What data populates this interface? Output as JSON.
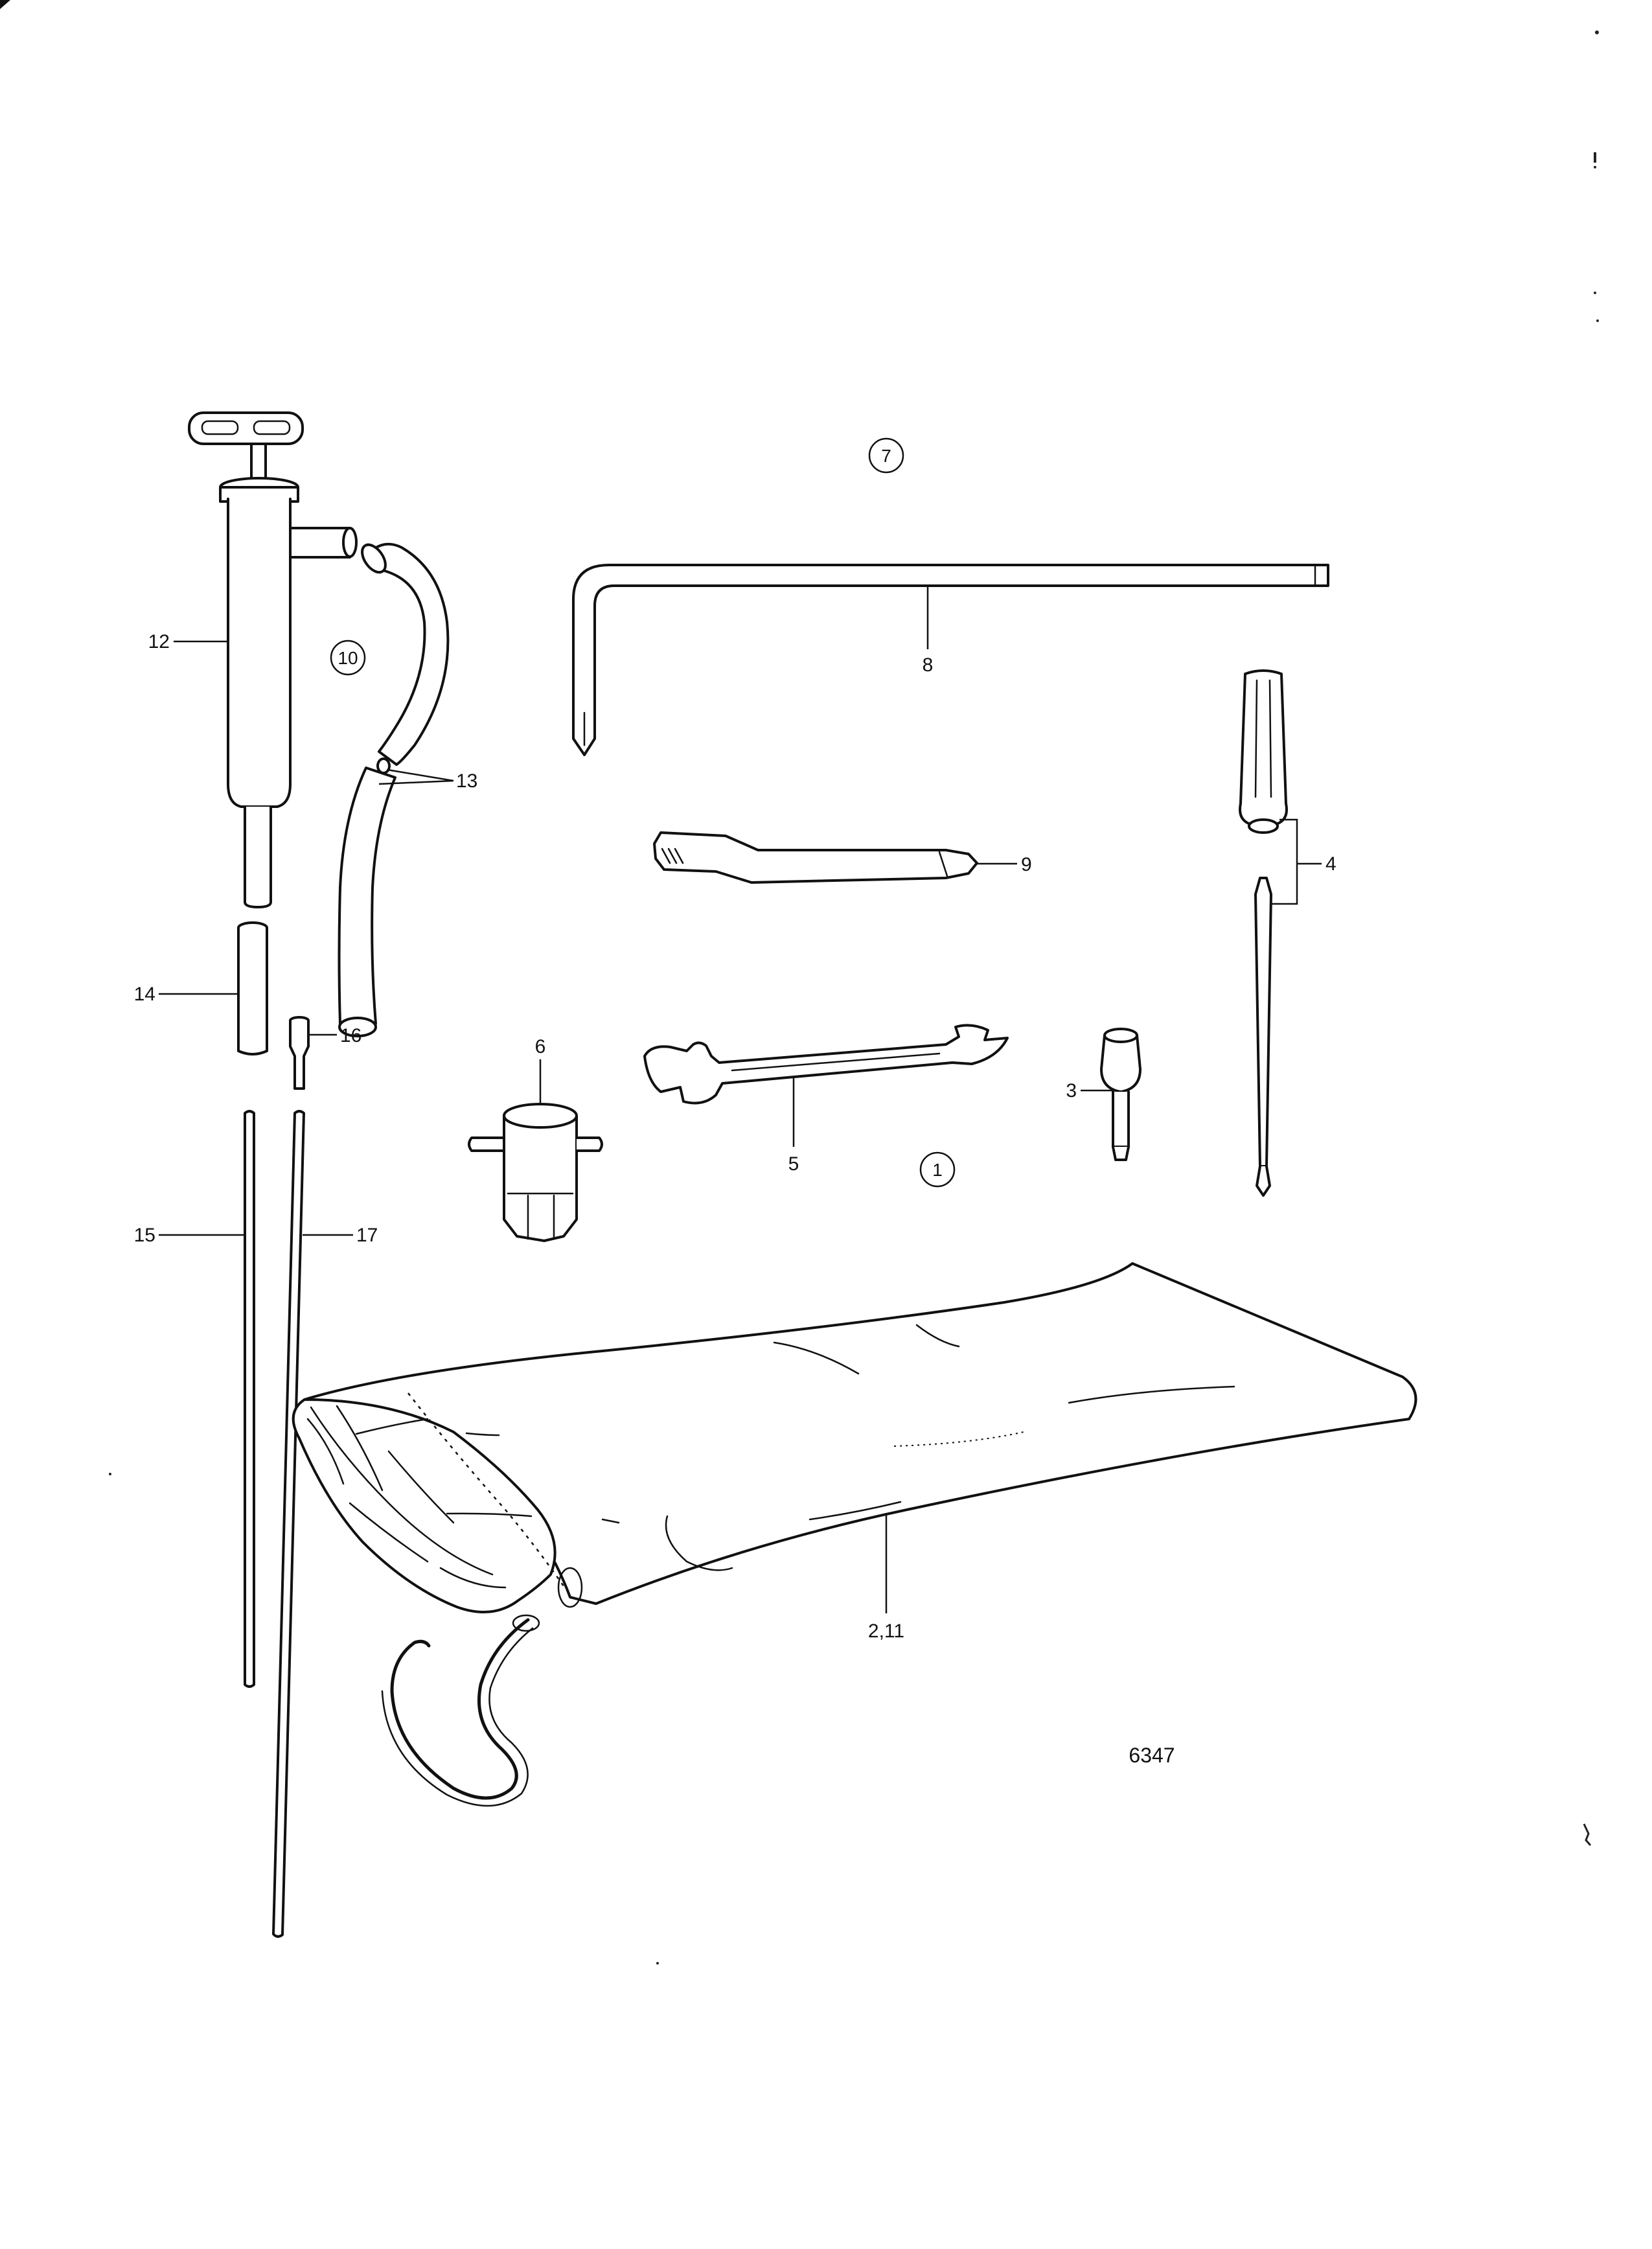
{
  "figure_number": "6347",
  "callouts": {
    "c1": "1",
    "c7": "7",
    "c10": "10"
  },
  "labels": {
    "l2_11": "2,11",
    "l3": "3",
    "l4": "4",
    "l5": "5",
    "l6": "6",
    "l8": "8",
    "l9": "9",
    "l12": "12",
    "l13": "13",
    "l14": "14",
    "l15": "15",
    "l16": "16",
    "l17": "17"
  }
}
